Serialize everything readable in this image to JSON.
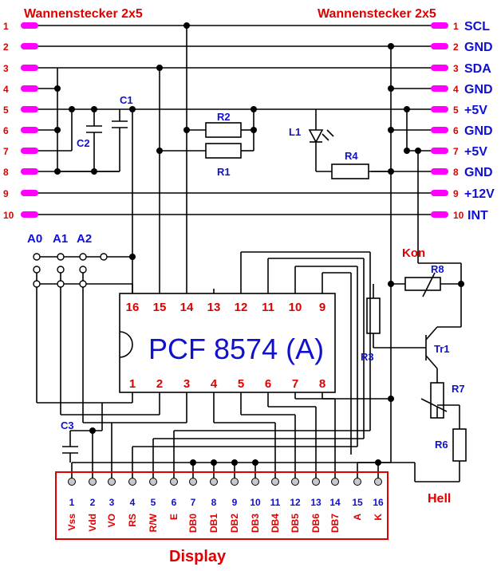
{
  "header": {
    "left_title": "Wannenstecker 2x5",
    "right_title": "Wannenstecker 2x5"
  },
  "left_pins": [
    "1",
    "2",
    "3",
    "4",
    "5",
    "6",
    "7",
    "8",
    "9",
    "10"
  ],
  "right_pins": [
    {
      "num": "1",
      "signal": "SCL"
    },
    {
      "num": "2",
      "signal": "GND"
    },
    {
      "num": "3",
      "signal": "SDA"
    },
    {
      "num": "4",
      "signal": "GND"
    },
    {
      "num": "5",
      "signal": "+5V"
    },
    {
      "num": "6",
      "signal": "GND"
    },
    {
      "num": "7",
      "signal": "+5V"
    },
    {
      "num": "8",
      "signal": "GND"
    },
    {
      "num": "9",
      "signal": "+12V"
    },
    {
      "num": "10",
      "signal": "INT"
    }
  ],
  "components": {
    "c1": "C1",
    "c2": "C2",
    "c3": "C3",
    "r1": "R1",
    "r2": "R2",
    "r3": "R3",
    "r4": "R4",
    "r6": "R6",
    "r7": "R7",
    "r8": "R8",
    "l1": "L1",
    "tr1": "Tr1"
  },
  "address": {
    "a0": "A0",
    "a1": "A1",
    "a2": "A2"
  },
  "chip": {
    "name": "PCF 8574 (A)",
    "top_pins": [
      "16",
      "15",
      "14",
      "13",
      "12",
      "11",
      "10",
      "9"
    ],
    "bottom_pins": [
      "1",
      "2",
      "3",
      "4",
      "5",
      "6",
      "7",
      "8"
    ]
  },
  "labels": {
    "kon": "Kon",
    "hell": "Hell",
    "display": "Display"
  },
  "display": {
    "pin_numbers": [
      "1",
      "2",
      "3",
      "4",
      "5",
      "6",
      "7",
      "8",
      "9",
      "10",
      "11",
      "12",
      "13",
      "14",
      "15",
      "16"
    ],
    "pin_names": [
      "Vss",
      "Vdd",
      "VO",
      "RS",
      "R/W",
      "E",
      "DB0",
      "DB1",
      "DB2",
      "DB3",
      "DB4",
      "DB5",
      "DB6",
      "DB7",
      "A",
      "K"
    ]
  },
  "colors": {
    "pin": "#ff00ff",
    "label_red": "#e00000",
    "label_blue": "#1010d0",
    "chip_text": "#1010d0"
  }
}
